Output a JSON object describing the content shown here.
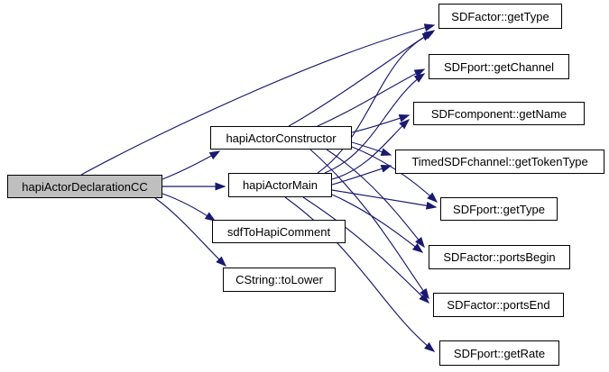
{
  "diagram": {
    "kind": "doxygen-call-graph",
    "root_function": "hapiActorDeclarationCC",
    "colors": {
      "edge": "#191970",
      "node_border": "#000000",
      "node_fill": "#ffffff",
      "root_fill": "#bfbfbf",
      "text": "#000000",
      "background": "#ffffff"
    },
    "nodes": [
      {
        "id": "decl",
        "label": "hapiActorDeclarationCC",
        "role": "root"
      },
      {
        "id": "ctor",
        "label": "hapiActorConstructor",
        "role": "callee"
      },
      {
        "id": "main",
        "label": "hapiActorMain",
        "role": "callee"
      },
      {
        "id": "comment",
        "label": "sdfToHapiComment",
        "role": "callee"
      },
      {
        "id": "tolower",
        "label": "CString::toLower",
        "role": "callee"
      },
      {
        "id": "getTypeA",
        "label": "SDFactor::getType",
        "role": "callee"
      },
      {
        "id": "getChannel",
        "label": "SDFport::getChannel",
        "role": "callee"
      },
      {
        "id": "getName",
        "label": "SDFcomponent::getName",
        "role": "callee"
      },
      {
        "id": "tokenType",
        "label": "TimedSDFchannel::getTokenType",
        "role": "callee"
      },
      {
        "id": "getTypeP",
        "label": "SDFport::getType",
        "role": "callee"
      },
      {
        "id": "portsBegin",
        "label": "SDFactor::portsBegin",
        "role": "callee"
      },
      {
        "id": "portsEnd",
        "label": "SDFactor::portsEnd",
        "role": "callee"
      },
      {
        "id": "getRate",
        "label": "SDFport::getRate",
        "role": "callee"
      }
    ],
    "edges": [
      {
        "from": "decl",
        "to": "ctor"
      },
      {
        "from": "decl",
        "to": "main"
      },
      {
        "from": "decl",
        "to": "comment"
      },
      {
        "from": "decl",
        "to": "tolower"
      },
      {
        "from": "decl",
        "to": "getTypeA"
      },
      {
        "from": "ctor",
        "to": "getTypeA"
      },
      {
        "from": "ctor",
        "to": "getChannel"
      },
      {
        "from": "ctor",
        "to": "getName"
      },
      {
        "from": "ctor",
        "to": "tokenType"
      },
      {
        "from": "ctor",
        "to": "getTypeP"
      },
      {
        "from": "ctor",
        "to": "portsBegin"
      },
      {
        "from": "ctor",
        "to": "portsEnd"
      },
      {
        "from": "main",
        "to": "getTypeA"
      },
      {
        "from": "main",
        "to": "getChannel"
      },
      {
        "from": "main",
        "to": "getName"
      },
      {
        "from": "main",
        "to": "tokenType"
      },
      {
        "from": "main",
        "to": "getTypeP"
      },
      {
        "from": "main",
        "to": "portsBegin"
      },
      {
        "from": "main",
        "to": "portsEnd"
      },
      {
        "from": "main",
        "to": "getRate"
      }
    ]
  }
}
